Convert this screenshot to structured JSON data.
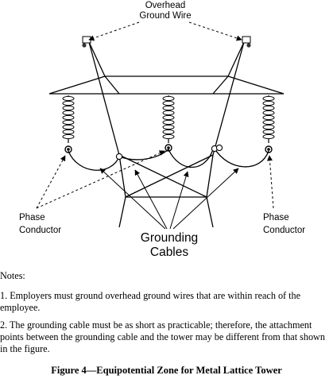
{
  "diagram": {
    "labels": {
      "overhead_line1": "Overhead",
      "overhead_line2": "Ground Wire",
      "phase_left_line1": "Phase",
      "phase_left_line2": "Conductor",
      "phase_right_line1": "Phase",
      "phase_right_line2": "Conductor",
      "grounding_line1": "Grounding",
      "grounding_line2": "Cables"
    }
  },
  "notes": {
    "heading": "Notes:",
    "items": [
      "1. Employers must ground overhead ground wires that are within reach of the employee.",
      "2. The grounding cable must be as short as practicable; therefore, the attachment points between the grounding cable and the tower may be different from that shown in the figure."
    ]
  },
  "caption": "Figure 4—Equipotential Zone for Metal Lattice Tower"
}
